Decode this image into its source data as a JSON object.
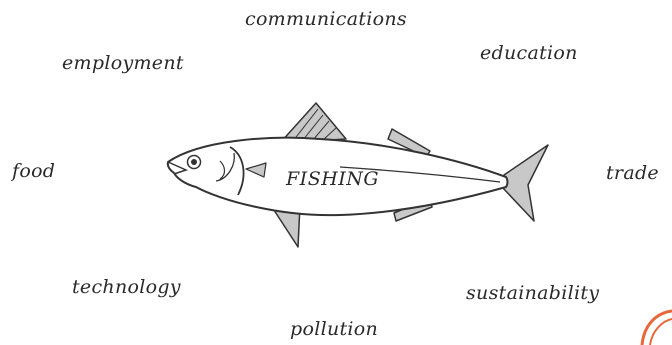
{
  "center_label": "FISHING",
  "words": {
    "communications": "communications",
    "employment": "employment",
    "education": "education",
    "food": "food",
    "trade": "trade",
    "technology": "technology",
    "sustainability": "sustainability",
    "pollution": "pollution"
  },
  "colors": {
    "text": "#2a2a2a",
    "outline": "#333333",
    "fin_fill": "#c8c8c8",
    "stamp": "#e8673a"
  }
}
